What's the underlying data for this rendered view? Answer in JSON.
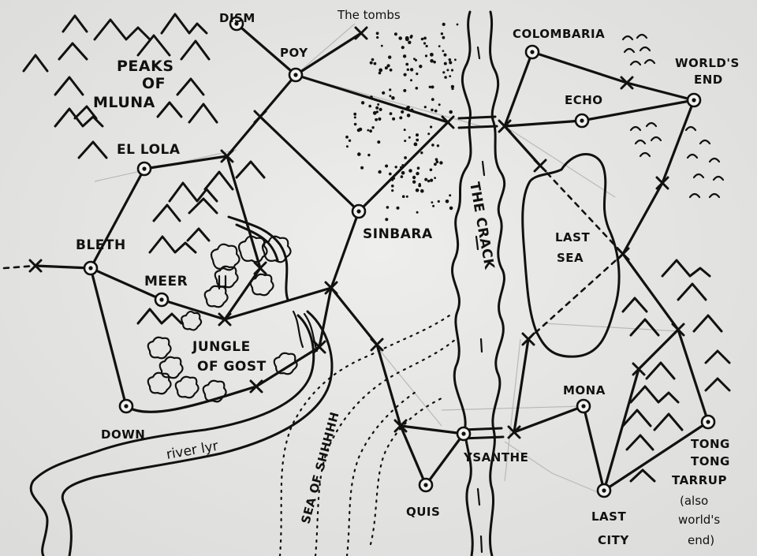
{
  "map": {
    "paper_color": "#e9e9e7",
    "ink_color": "#111111",
    "pencil_color": "#b9b9b9"
  },
  "regions": {
    "peaks": [
      "PEAKS",
      "OF",
      "MLUNA"
    ],
    "jungle": [
      "JUNGLE",
      "OF GOST"
    ],
    "last_sea": [
      "LAST",
      "SEA"
    ],
    "crack": [
      "THE CRACK"
    ],
    "river": "river lyr",
    "sea_shhhhh": "SEA OF SHHHHH"
  },
  "places": {
    "dism": "DISM",
    "tombs": "The tombs",
    "poy": "POY",
    "colombaria": "COLOMBARIA",
    "worlds_end": [
      "WORLD'S",
      "END"
    ],
    "echo": "ECHO",
    "el_lola": "EL LOLA",
    "sinbara": "SINBARA",
    "bleth": "BLETH",
    "meer": "MEER",
    "down": "DOWN",
    "mona": "MONA",
    "ysanthe": "YSANTHE",
    "quis": "QUIS",
    "last_city": [
      "LAST",
      "CITY"
    ],
    "tong_tong": [
      "TONG",
      "TONG",
      "TARRUP",
      "(also",
      "world's",
      "end)"
    ]
  }
}
